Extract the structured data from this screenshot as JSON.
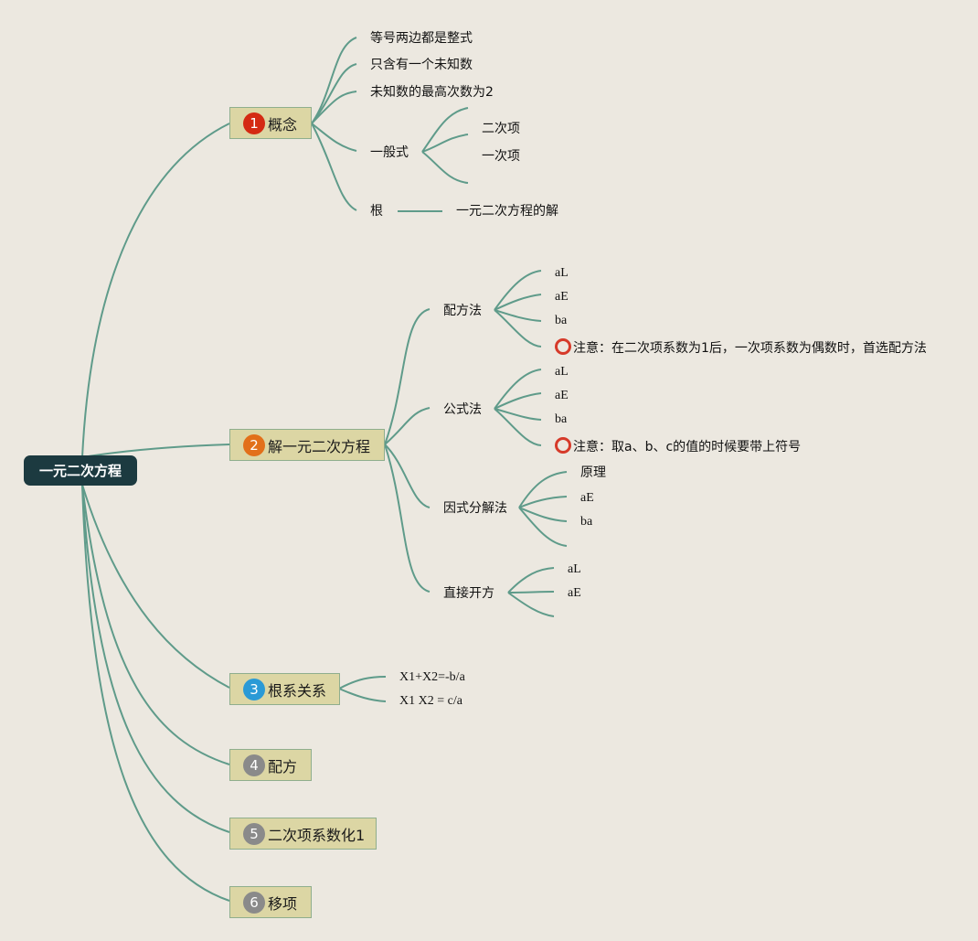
{
  "root": {
    "label": "一元二次方程"
  },
  "topics": [
    {
      "number": "1",
      "label": "概念",
      "color": "#d42a12"
    },
    {
      "number": "2",
      "label": "解一元二次方程",
      "color": "#e2701a"
    },
    {
      "number": "3",
      "label": "根系关系",
      "color": "#2a9ad6"
    },
    {
      "number": "4",
      "label": "配方",
      "color": "#8a8a8a"
    },
    {
      "number": "5",
      "label": "二次项系数化1",
      "color": "#8a8a8a"
    },
    {
      "number": "6",
      "label": "移项",
      "color": "#8a8a8a"
    }
  ],
  "concept": {
    "items": [
      "等号两边都是整式",
      "只含有一个未知数",
      "未知数的最高次数为2"
    ],
    "general_form": {
      "label": "一般式",
      "children": [
        "二次项",
        "一次项",
        ""
      ]
    },
    "root": {
      "label": "根",
      "child": "一元二次方程的解"
    }
  },
  "solve": {
    "completing_square": {
      "label": "配方法",
      "children": [
        "aL",
        "aE",
        "ba"
      ],
      "note": "注意：在二次项系数为1后，一次项系数为偶数时，首选配方法"
    },
    "formula": {
      "label": "公式法",
      "children": [
        "aL",
        "aE",
        "ba"
      ],
      "note": "注意：取a、b、c的值的时候要带上符号"
    },
    "factoring": {
      "label": "因式分解法",
      "children": [
        "原理",
        "aE",
        "ba",
        ""
      ]
    },
    "square_root": {
      "label": "直接开方",
      "children": [
        "aL",
        "aE",
        ""
      ]
    }
  },
  "relations": {
    "items": [
      "X1+X2=-b/a",
      "X1 X2 = c/a"
    ]
  },
  "colors": {
    "line": "#5f9b8a",
    "root_bg": "#1c3a40",
    "topic_bg": "#dcd6a4",
    "warning": "#d63a2a"
  },
  "icons": {
    "note": "warning-circle-icon"
  }
}
